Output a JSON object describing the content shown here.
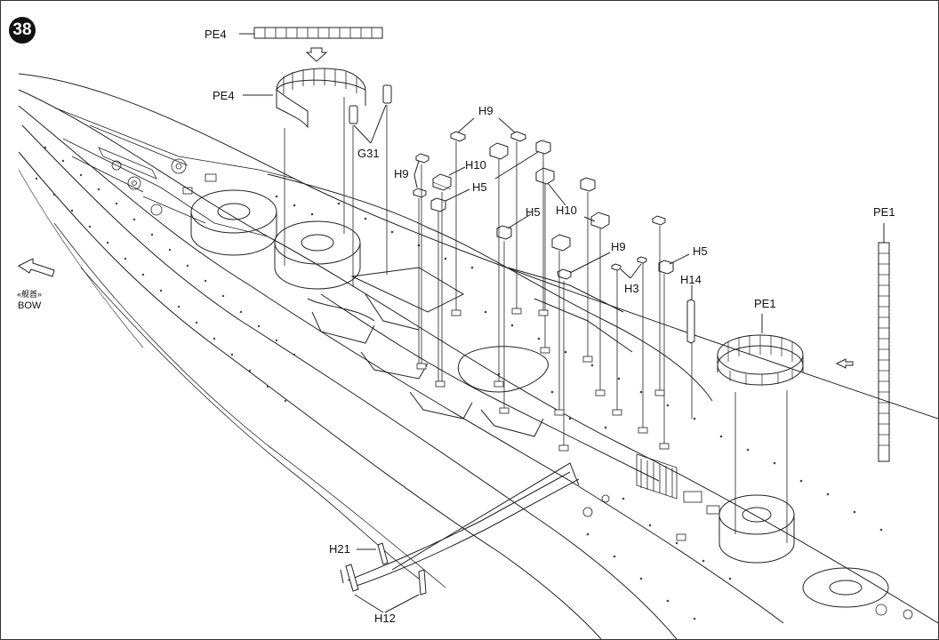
{
  "step": {
    "number": "38"
  },
  "bow": {
    "label_cn": "«舰首»",
    "label_en": "BOW"
  },
  "parts": {
    "pe4_top": "PE4",
    "pe4_ring": "PE4",
    "g31": "G31",
    "h9_top": "H9",
    "h9_left": "H9",
    "h10_left": "H10",
    "h5_left": "H5",
    "h5_mid": "H5",
    "h10_right": "H10",
    "h9_right": "H9",
    "h5_right": "H5",
    "h3": "H3",
    "h14": "H14",
    "pe1_ring": "PE1",
    "pe1_strip": "PE1",
    "h21": "H21",
    "h12": "H12"
  }
}
